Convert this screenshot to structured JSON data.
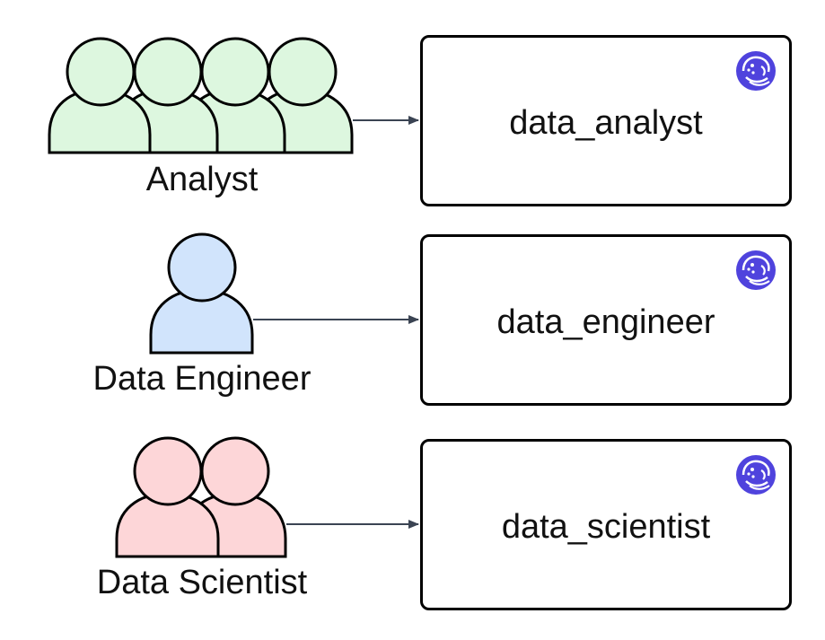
{
  "colors": {
    "analyst_fill": "#ddf7df",
    "engineer_fill": "#d1e4fc",
    "scientist_fill": "#fdd6d8",
    "outline": "#000000",
    "arrow": "#3b4453",
    "logo": "#4f43dd"
  },
  "roles": [
    {
      "label": "Analyst",
      "icon": "user-group-four-icon",
      "target": "data_analyst"
    },
    {
      "label": "Data Engineer",
      "icon": "single-user-icon",
      "target": "data_engineer"
    },
    {
      "label": "Data Scientist",
      "icon": "user-pair-icon",
      "target": "data_scientist"
    }
  ],
  "logo_icon": "octopus-logo-icon"
}
